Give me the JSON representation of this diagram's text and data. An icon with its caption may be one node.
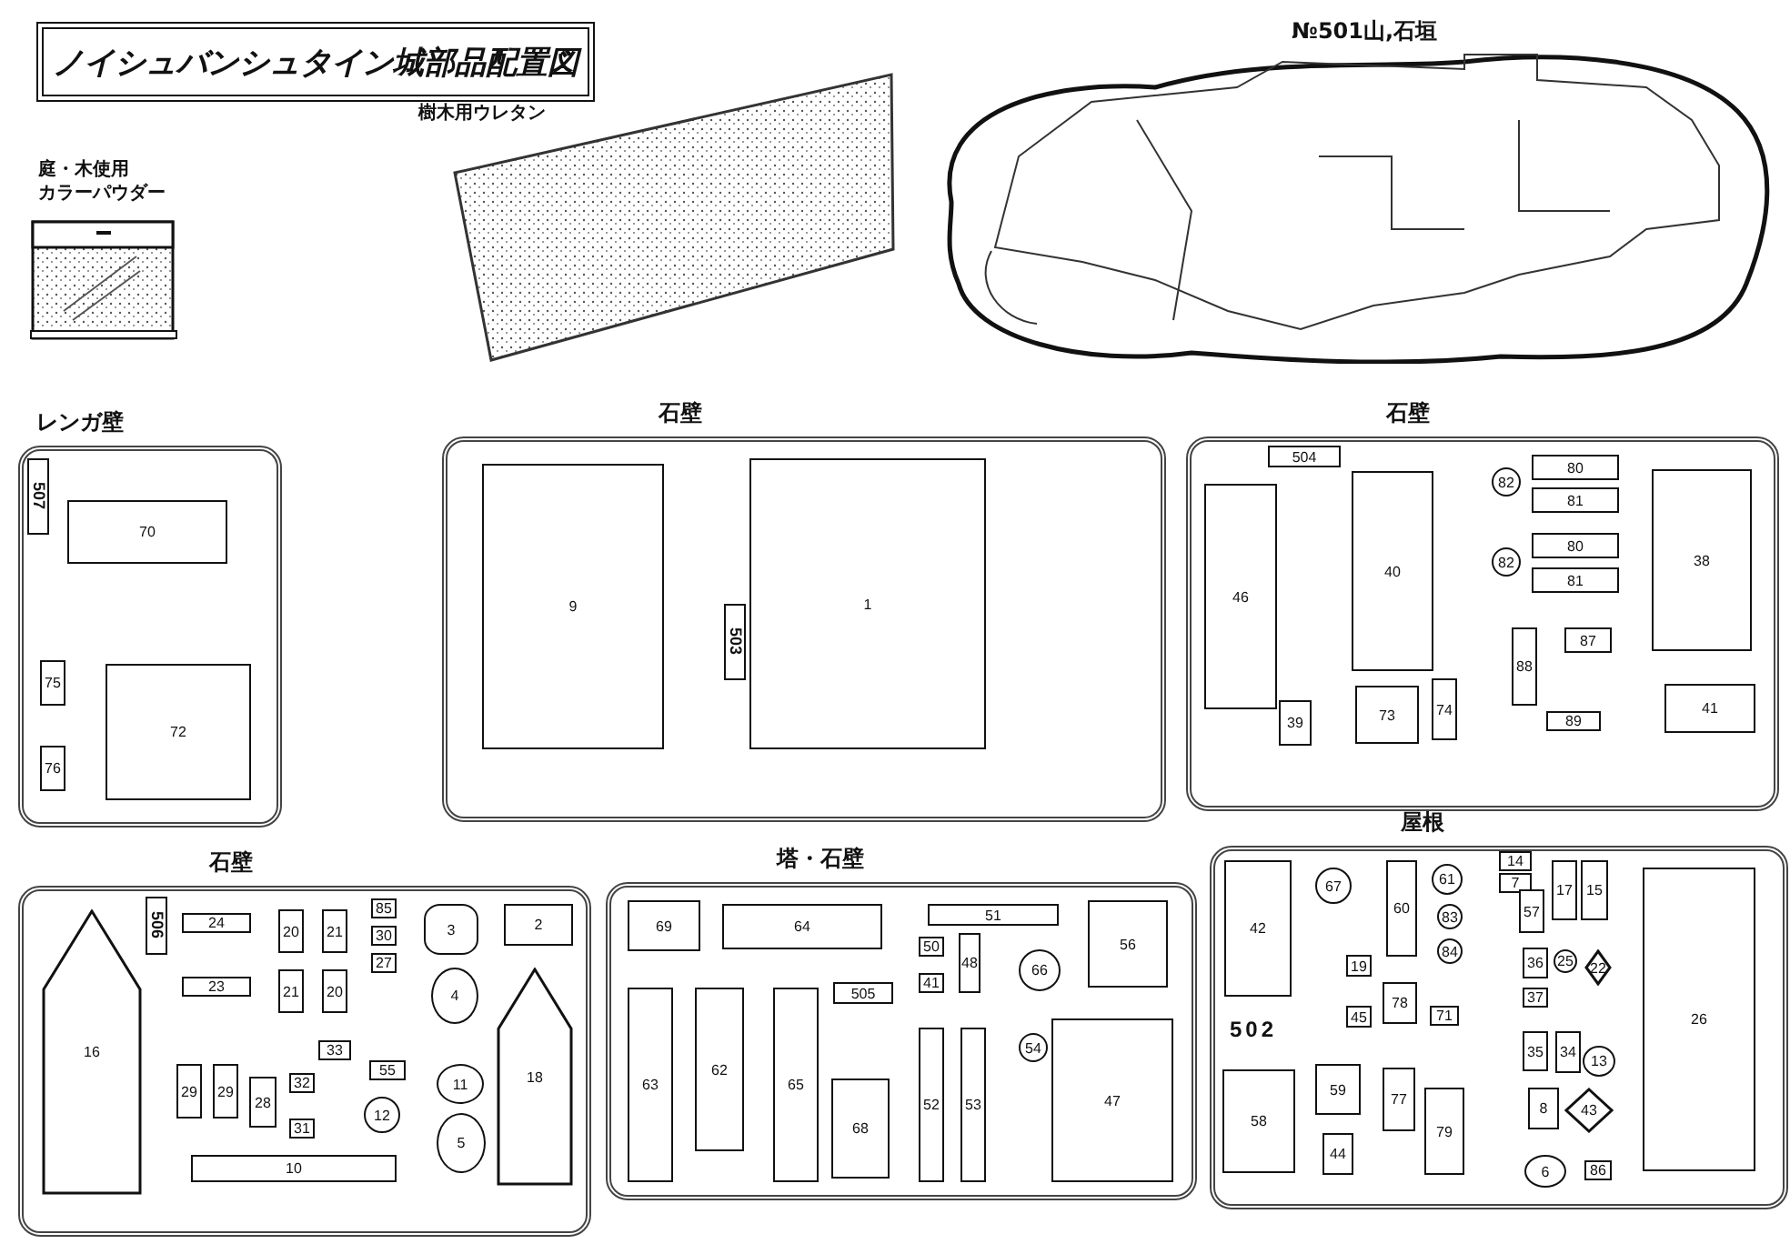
{
  "diagram": {
    "nodes": [
      {
        "text": [
          "ノイシュバンシュタイン城部品配置図"
        ]
      },
      {
        "text": [
          "樹木用ウレタン"
        ]
      },
      {
        "text": [
          "№501山,石垣"
        ]
      },
      {
        "text": [
          "庭・木使用",
          "カラーパウダー"
        ]
      },
      {
        "text": [
          "レンガ壁"
        ]
      },
      {
        "text": [
          "507"
        ],
        "in": 4
      },
      {
        "text": [
          "70"
        ],
        "in": 4
      },
      {
        "text": [
          "75"
        ],
        "in": 4
      },
      {
        "text": [
          "72"
        ],
        "in": 4
      },
      {
        "text": [
          "76"
        ],
        "in": 4
      },
      {
        "text": [
          "石壁"
        ]
      },
      {
        "text": [
          "9"
        ],
        "in": 10
      },
      {
        "text": [
          "503"
        ],
        "in": 10
      },
      {
        "text": [
          "1"
        ],
        "in": 10
      },
      {
        "text": [
          "石壁"
        ]
      },
      {
        "text": [
          "504"
        ],
        "in": 14
      },
      {
        "text": [
          "46"
        ],
        "in": 14
      },
      {
        "text": [
          "40"
        ],
        "in": 14
      },
      {
        "text": [
          "82"
        ],
        "in": 14
      },
      {
        "text": [
          "80"
        ],
        "in": 14
      },
      {
        "text": [
          "81"
        ],
        "in": 14
      },
      {
        "text": [
          "82"
        ],
        "in": 14
      },
      {
        "text": [
          "80"
        ],
        "in": 14
      },
      {
        "text": [
          "81"
        ],
        "in": 14
      },
      {
        "text": [
          "38"
        ],
        "in": 14
      },
      {
        "text": [
          "88"
        ],
        "in": 14
      },
      {
        "text": [
          "87"
        ],
        "in": 14
      },
      {
        "text": [
          "73"
        ],
        "in": 14
      },
      {
        "text": [
          "74"
        ],
        "in": 14
      },
      {
        "text": [
          "39"
        ],
        "in": 14
      },
      {
        "text": [
          "89"
        ],
        "in": 14
      },
      {
        "text": [
          "41"
        ],
        "in": 14
      },
      {
        "text": [
          "石壁"
        ]
      },
      {
        "text": [
          "16"
        ],
        "in": 32
      },
      {
        "text": [
          "506"
        ],
        "in": 32
      },
      {
        "text": [
          "24"
        ],
        "in": 32
      },
      {
        "text": [
          "23"
        ],
        "in": 32
      },
      {
        "text": [
          "20"
        ],
        "in": 32
      },
      {
        "text": [
          "21"
        ],
        "in": 32
      },
      {
        "text": [
          "21"
        ],
        "in": 32
      },
      {
        "text": [
          "20"
        ],
        "in": 32
      },
      {
        "text": [
          "85"
        ],
        "in": 32
      },
      {
        "text": [
          "30"
        ],
        "in": 32
      },
      {
        "text": [
          "27"
        ],
        "in": 32
      },
      {
        "text": [
          "3"
        ],
        "in": 32
      },
      {
        "text": [
          "2"
        ],
        "in": 32
      },
      {
        "text": [
          "4"
        ],
        "in": 32
      },
      {
        "text": [
          "18"
        ],
        "in": 32
      },
      {
        "text": [
          "29"
        ],
        "in": 32
      },
      {
        "text": [
          "29"
        ],
        "in": 32
      },
      {
        "text": [
          "28"
        ],
        "in": 32
      },
      {
        "text": [
          "33"
        ],
        "in": 32
      },
      {
        "text": [
          "32"
        ],
        "in": 32
      },
      {
        "text": [
          "31"
        ],
        "in": 32
      },
      {
        "text": [
          "55"
        ],
        "in": 32
      },
      {
        "text": [
          "12"
        ],
        "in": 32
      },
      {
        "text": [
          "11"
        ],
        "in": 32
      },
      {
        "text": [
          "5"
        ],
        "in": 32
      },
      {
        "text": [
          "10"
        ],
        "in": 32
      },
      {
        "text": [
          "塔・石壁"
        ]
      },
      {
        "text": [
          "69"
        ],
        "in": 59
      },
      {
        "text": [
          "64"
        ],
        "in": 59
      },
      {
        "text": [
          "51"
        ],
        "in": 59
      },
      {
        "text": [
          "50"
        ],
        "in": 59
      },
      {
        "text": [
          "48"
        ],
        "in": 59
      },
      {
        "text": [
          "66"
        ],
        "in": 59
      },
      {
        "text": [
          "56"
        ],
        "in": 59
      },
      {
        "text": [
          "41"
        ],
        "in": 59
      },
      {
        "text": [
          "505"
        ],
        "in": 59
      },
      {
        "text": [
          "63"
        ],
        "in": 59
      },
      {
        "text": [
          "62"
        ],
        "in": 59
      },
      {
        "text": [
          "65"
        ],
        "in": 59
      },
      {
        "text": [
          "68"
        ],
        "in": 59
      },
      {
        "text": [
          "52"
        ],
        "in": 59
      },
      {
        "text": [
          "53"
        ],
        "in": 59
      },
      {
        "text": [
          "54"
        ],
        "in": 59
      },
      {
        "text": [
          "47"
        ],
        "in": 59
      },
      {
        "text": [
          "屋根"
        ]
      },
      {
        "text": [
          "42"
        ],
        "in": 77
      },
      {
        "text": [
          "67"
        ],
        "in": 77
      },
      {
        "text": [
          "60"
        ],
        "in": 77
      },
      {
        "text": [
          "61"
        ],
        "in": 77
      },
      {
        "text": [
          "14"
        ],
        "in": 77
      },
      {
        "text": [
          "7"
        ],
        "in": 77
      },
      {
        "text": [
          "17"
        ],
        "in": 77
      },
      {
        "text": [
          "15"
        ],
        "in": 77
      },
      {
        "text": [
          "83"
        ],
        "in": 77
      },
      {
        "text": [
          "84"
        ],
        "in": 77
      },
      {
        "text": [
          "57"
        ],
        "in": 77
      },
      {
        "text": [
          "19"
        ],
        "in": 77
      },
      {
        "text": [
          "36"
        ],
        "in": 77
      },
      {
        "text": [
          "25"
        ],
        "in": 77
      },
      {
        "text": [
          "22"
        ],
        "in": 77
      },
      {
        "text": [
          "78"
        ],
        "in": 77
      },
      {
        "text": [
          "45"
        ],
        "in": 77
      },
      {
        "text": [
          "37"
        ],
        "in": 77
      },
      {
        "text": [
          "71"
        ],
        "in": 77
      },
      {
        "text": [
          "35"
        ],
        "in": 77
      },
      {
        "text": [
          "34"
        ],
        "in": 77
      },
      {
        "text": [
          "13"
        ],
        "in": 77
      },
      {
        "text": [
          "26"
        ],
        "in": 77
      },
      {
        "text": [
          "58"
        ],
        "in": 77
      },
      {
        "text": [
          "59"
        ],
        "in": 77
      },
      {
        "text": [
          "77"
        ],
        "in": 77
      },
      {
        "text": [
          "79"
        ],
        "in": 77
      },
      {
        "text": [
          "8"
        ],
        "in": 77
      },
      {
        "text": [
          "43"
        ],
        "in": 77
      },
      {
        "text": [
          "44"
        ],
        "in": 77
      },
      {
        "text": [
          "6"
        ],
        "in": 77
      },
      {
        "text": [
          "86"
        ],
        "in": 77
      }
    ],
    "labels": [
      "502"
    ]
  }
}
